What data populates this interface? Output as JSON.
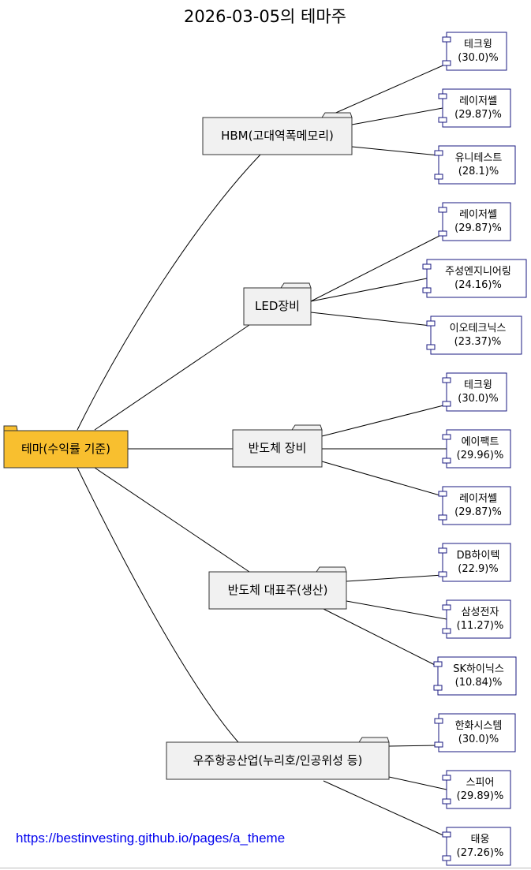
{
  "title": "2026-03-05의 테마주",
  "root": {
    "label": "테마(수익률 기준)"
  },
  "themes": [
    {
      "label": "HBM(고대역폭메모리)",
      "stocks": [
        {
          "name": "테크윙",
          "pct": "(30.0)%"
        },
        {
          "name": "레이저쎌",
          "pct": "(29.87)%"
        },
        {
          "name": "유니테스트",
          "pct": "(28.1)%"
        }
      ]
    },
    {
      "label": "LED장비",
      "stocks": [
        {
          "name": "레이저쎌",
          "pct": "(29.87)%"
        },
        {
          "name": "주성엔지니어링",
          "pct": "(24.16)%"
        },
        {
          "name": "이오테크닉스",
          "pct": "(23.37)%"
        }
      ]
    },
    {
      "label": "반도체 장비",
      "stocks": [
        {
          "name": "테크윙",
          "pct": "(30.0)%"
        },
        {
          "name": "에이팩트",
          "pct": "(29.96)%"
        },
        {
          "name": "레이저쎌",
          "pct": "(29.87)%"
        }
      ]
    },
    {
      "label": "반도체 대표주(생산)",
      "stocks": [
        {
          "name": "DB하이텍",
          "pct": "(22.9)%"
        },
        {
          "name": "삼성전자",
          "pct": "(11.27)%"
        },
        {
          "name": "SK하이닉스",
          "pct": "(10.84)%"
        }
      ]
    },
    {
      "label": "우주항공산업(누리호/인공위성 등)",
      "stocks": [
        {
          "name": "한화시스템",
          "pct": "(30.0)%"
        },
        {
          "name": "스피어",
          "pct": "(29.89)%"
        },
        {
          "name": "태웅",
          "pct": "(27.26)%"
        }
      ]
    }
  ],
  "footer": {
    "link": "https://bestinvesting.github.io/pages/a_theme"
  },
  "colors": {
    "root_fill": "#f8bf2f",
    "folder_fill": "#f1f1f1",
    "component_border": "#181880",
    "line": "#000000",
    "link": "#0000ee"
  }
}
